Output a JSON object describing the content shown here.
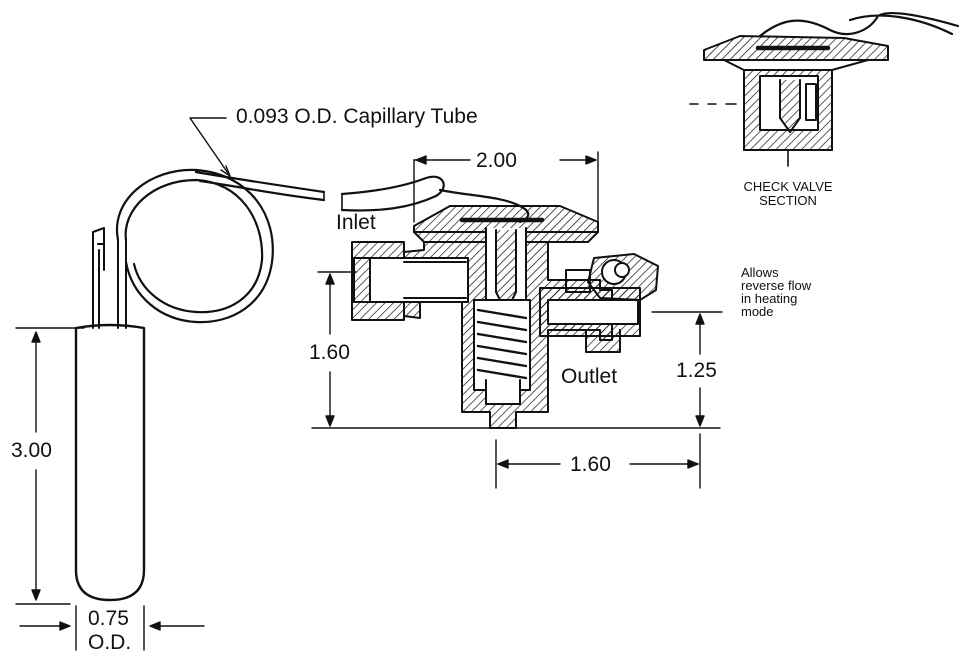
{
  "labels": {
    "capillary_tube": "0.093 O.D. Capillary Tube",
    "inlet": "Inlet",
    "outlet": "Outlet",
    "check_valve_line1": "CHECK VALVE",
    "check_valve_line2": "SECTION",
    "reverse_flow_line1": "Allows",
    "reverse_flow_line2": "reverse flow",
    "reverse_flow_line3": "in heating",
    "reverse_flow_line4": "mode"
  },
  "dimensions": {
    "top_width": "2.00",
    "inlet_height": "1.60",
    "outlet_height": "1.25",
    "bottom_width": "1.60",
    "bulb_length": "3.00",
    "bulb_od_value": "0.75",
    "bulb_od_unit": "O.D."
  },
  "colors": {
    "ink": "#111111",
    "background": "#ffffff"
  }
}
